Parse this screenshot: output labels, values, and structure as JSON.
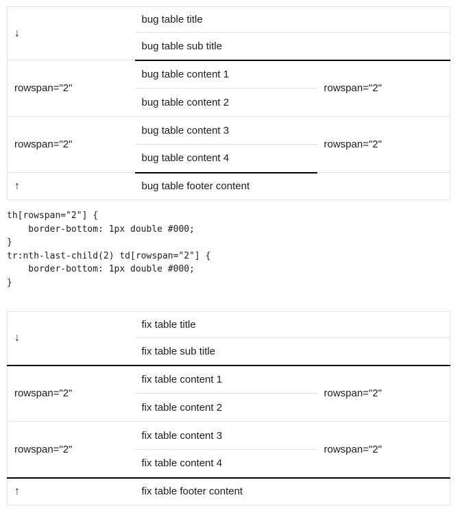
{
  "colors": {
    "border_light": "#e2e2e2",
    "border_dark": "#000000",
    "text": "#1c1c1e",
    "background": "#ffffff"
  },
  "bug_table": {
    "title": "bug table title",
    "subtitle": "bug table sub title",
    "header_arrow": "↓",
    "row_groups": [
      {
        "left_label": "rowspan=\"2\"",
        "right_label": "rowspan=\"2\"",
        "cells": [
          "bug table content 1",
          "bug table content 2"
        ]
      },
      {
        "left_label": "rowspan=\"2\"",
        "right_label": "rowspan=\"2\"",
        "cells": [
          "bug table content 3",
          "bug table content 4"
        ]
      }
    ],
    "footer_arrow": "↑",
    "footer_text": "bug table footer content"
  },
  "css_snippet": {
    "code": "th[rowspan=\"2\"] {\n    border-bottom: 1px double #000;\n}\ntr:nth-last-child(2) td[rowspan=\"2\"] {\n    border-bottom: 1px double #000;\n}"
  },
  "fix_table": {
    "title": "fix table title",
    "subtitle": "fix table sub title",
    "header_arrow": "↓",
    "row_groups": [
      {
        "left_label": "rowspan=\"2\"",
        "right_label": "rowspan=\"2\"",
        "cells": [
          "fix table content 1",
          "fix table content 2"
        ]
      },
      {
        "left_label": "rowspan=\"2\"",
        "right_label": "rowspan=\"2\"",
        "cells": [
          "fix table content 3",
          "fix table content 4"
        ]
      }
    ],
    "footer_arrow": "↑",
    "footer_text": "fix table footer content"
  }
}
